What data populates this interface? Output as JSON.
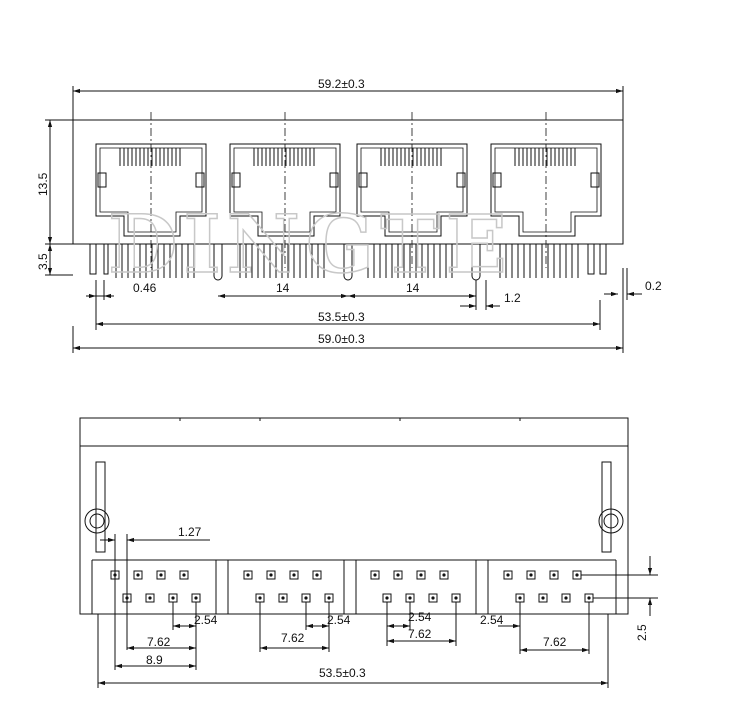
{
  "watermark": "DINGTE",
  "front_view": {
    "overall_top": "59.2±0.3",
    "height": "13.5",
    "pin_height": "3.5",
    "pin_width": "0.46",
    "spacing_left": "14",
    "spacing_right": "14",
    "end_gap": "1.2",
    "offset": "0.2",
    "pin_span": "53.5±0.3",
    "overall_bottom": "59.0±0.3"
  },
  "bottom_view": {
    "pitch_half": "1.27",
    "pitch": "2.54",
    "pin_group_span": "7.62",
    "first_offset": "8.9",
    "row_spacing": "2.5",
    "total_span": "53.5±0.3"
  }
}
